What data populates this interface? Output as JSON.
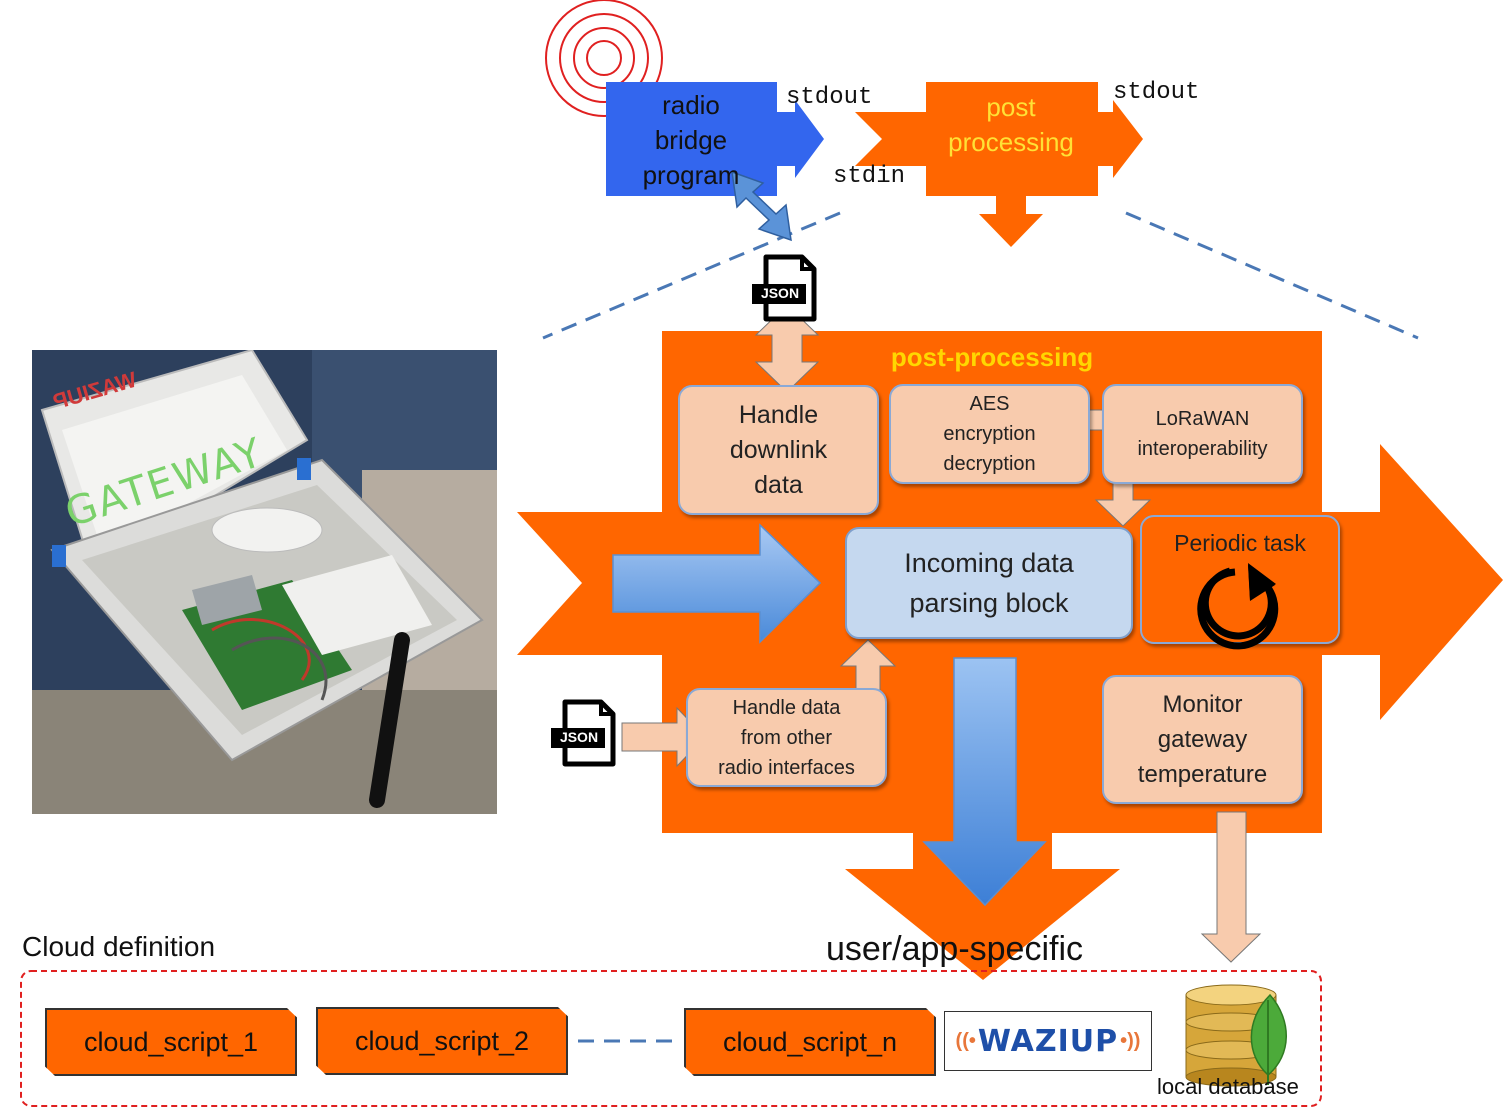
{
  "top": {
    "radio_bridge": "radio\nbridge\nprogram",
    "post_processing": "post\nprocessing",
    "stdout_1": "stdout",
    "stdout_2": "stdout",
    "stdin": "stdin"
  },
  "json_label": "JSON",
  "main": {
    "title": "post-processing",
    "handle_downlink": "Handle\ndownlink\ndata",
    "aes": "AES\nencryption\ndecryption",
    "lorawan": "LoRaWAN\ninteroperability",
    "incoming": "Incoming data\nparsing block",
    "periodic": "Periodic task",
    "handle_other": "Handle data\nfrom other\nradio interfaces",
    "monitor": "Monitor\ngateway\ntemperature"
  },
  "photo": {
    "gateway_text": "GATEWAY",
    "brand_text": "WAZIUP"
  },
  "bottom": {
    "user_app": "user/app-specific",
    "cloud_definition": "Cloud definition",
    "scripts": [
      "cloud_script_1",
      "cloud_script_2",
      "cloud_script_n"
    ],
    "waziup_logo": "WAZIUP",
    "local_database": "local database"
  },
  "colors": {
    "orange": "#ff6600",
    "blue": "#3366ee",
    "peach": "#f8cbad",
    "light_blue": "#c5d8ef",
    "title_yellow": "#ffd700"
  }
}
